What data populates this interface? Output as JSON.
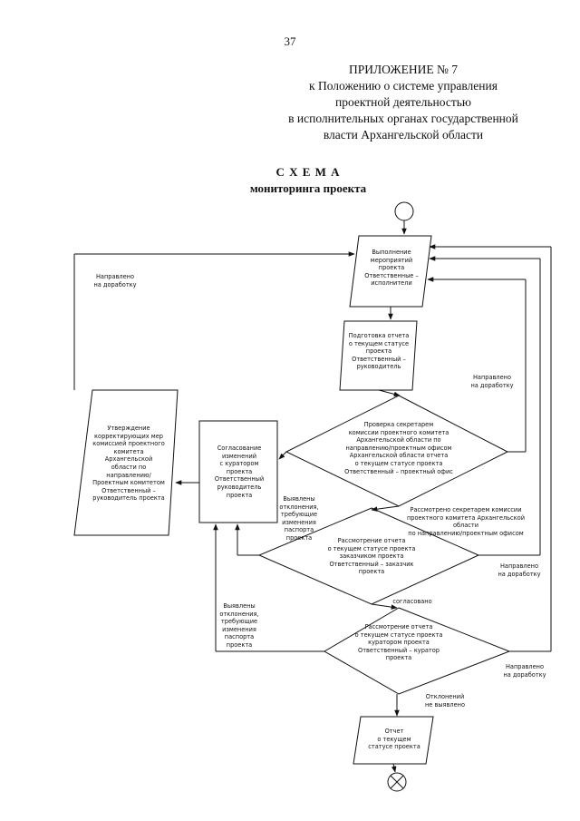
{
  "page_number": "37",
  "appendix": {
    "title": "ПРИЛОЖЕНИЕ № 7",
    "line1": "к Положению о системе управления",
    "line2": "проектной деятельностью",
    "line3": "в исполнительных органах государственной",
    "line4": "власти Архангельской области"
  },
  "scheme": {
    "title": "С Х Е М А",
    "subtitle": "мониторинга проекта"
  },
  "nodes": {
    "execute": "Выполнение\nмероприятий\nпроекта\nОтветственные –\nисполнители",
    "prepare": "Подготовка отчета\nо текущем статусе\nпроекта\nОтветственный –\nруководитель",
    "check": "Проверка секретарем\nкомиссии проектного комитета\nАрхангельской области по\nнаправлению/проектным офисом\nАрхангельской области отчета\nо текущем статусе проекта\nОтветственный – проектный офис",
    "approve": "Утверждение\nкорректирующих мер\nкомиссией проектного\nкомитета\nАрхангельской\nобласти по\nнаправлению/\nПроектным комитетом\nОтветственный –\nруководитель проекта",
    "agree": "Согласование\nизменений\nс куратором\nпроекта\nОтветственный\nруководитель\nпроекта",
    "customer": "Рассмотрение отчета\nо текущем статусе проекта\nзаказчиком проекта\nОтветственный – заказчик\nпроекта",
    "curator": "Рассмотрение отчета\nо текущем статусе проекта\nкуратором проекта\nОтветственный – куратор\nпроекта",
    "report": "Отчет\nо текущем\nстатусе проекта"
  },
  "labels": {
    "rework_left": "Направлено\nна доработку",
    "rework_right1": "Направлено\nна доработку",
    "considered": "Рассмотрено секретарем комиссии\nпроектного комитета Архангельской области\nпо направлению/проектным офисом",
    "deviations1": "Выявлены\nотклонения,\nтребующие\nизменения\nпаспорта\nпроекта",
    "rework_right2": "Направлено\nна доработку",
    "agreed": "согласовано",
    "deviations2": "Выявлены\nотклонения,\nтребующие\nизменения\nпаспорта\nпроекта",
    "rework_right3": "Направлено\nна доработку",
    "no_deviations": "Отклонений\nне выявлено"
  }
}
